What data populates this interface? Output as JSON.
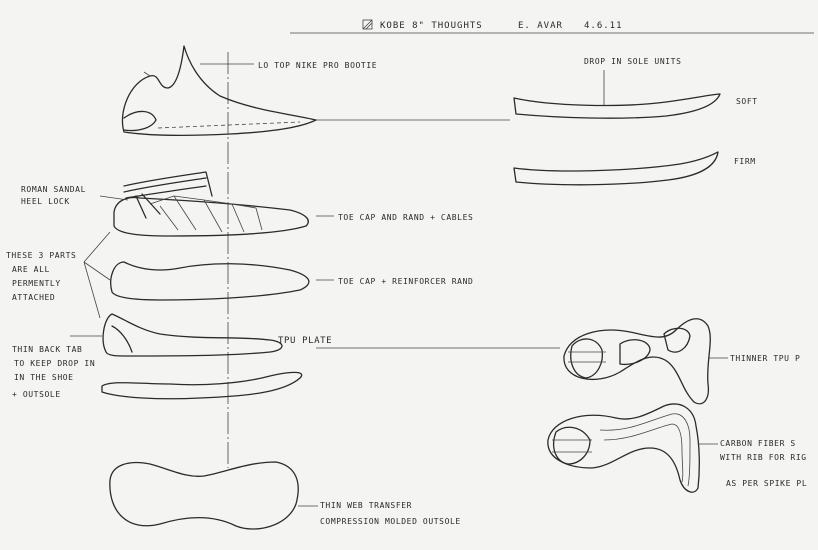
{
  "header": {
    "title": "KOBE 8\" THOUGHTS",
    "author": "E. AVAR",
    "date": "4.6.11"
  },
  "labels": {
    "bootie": "LO TOP NIKE PRO BOOTIE",
    "roman_1": "ROMAN SANDAL",
    "roman_2": "HEEL LOCK",
    "toe_cap_cables": "TOE CAP AND RAND + CABLES",
    "parts_1": "THESE 3 PARTS",
    "parts_2": "ARE ALL",
    "parts_3": "PERMENTLY",
    "parts_4": "ATTACHED",
    "toe_cap_reinforcer": "TOE CAP + REINFORCER RAND",
    "tpu_plate": "TPU PLATE",
    "back_tab_1": "THIN BACK TAB",
    "back_tab_2": "TO KEEP DROP IN",
    "back_tab_3": "IN THE SHOE",
    "back_tab_4": "+ OUTSOLE",
    "outsole_1": "THIN WEB TRANSFER",
    "outsole_2": "COMPRESSION MOLDED OUTSOLE",
    "drop_in": "DROP IN SOLE UNITS",
    "soft": "SOFT",
    "firm": "FIRM",
    "thinner_tpu": "THINNER TPU P",
    "carbon_1": "CARBON FIBER S",
    "carbon_2": "WITH RIB FOR RIG",
    "carbon_3": "AS PER SPIKE PL"
  }
}
